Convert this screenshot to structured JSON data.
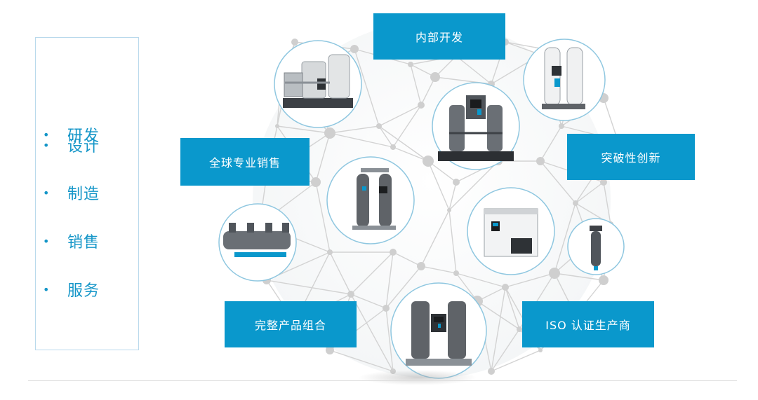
{
  "sidebar": {
    "items": [
      {
        "bullet": "•",
        "label": "研发"
      },
      {
        "bullet": "•",
        "label": "设计"
      },
      {
        "bullet": "•",
        "label": "制造"
      },
      {
        "bullet": "•",
        "label": "销售"
      },
      {
        "bullet": "•",
        "label": "服务"
      }
    ]
  },
  "tags": {
    "top": "内部开发",
    "left": "全球专业销售",
    "right": "突破性创新",
    "bottom_left": "完整产品组合",
    "bottom_right": "ISO 认证生产商"
  },
  "colors": {
    "accent": "#0a98cc",
    "sidebar_text": "#1596c8",
    "circle_border": "#8fc7e0",
    "network_line": "#d0d0d0",
    "network_node": "#c8c8c8",
    "machine_gray": "#5f6368"
  },
  "products": [
    {
      "icon": "water-treatment-skid-icon"
    },
    {
      "icon": "desiccant-dryer-icon"
    },
    {
      "icon": "generator-skid-icon"
    },
    {
      "icon": "twin-tower-dryer-icon"
    },
    {
      "icon": "cabinet-dryer-icon"
    },
    {
      "icon": "filter-housing-icon"
    },
    {
      "icon": "horizontal-manifold-icon"
    },
    {
      "icon": "nitrogen-generator-icon"
    }
  ]
}
